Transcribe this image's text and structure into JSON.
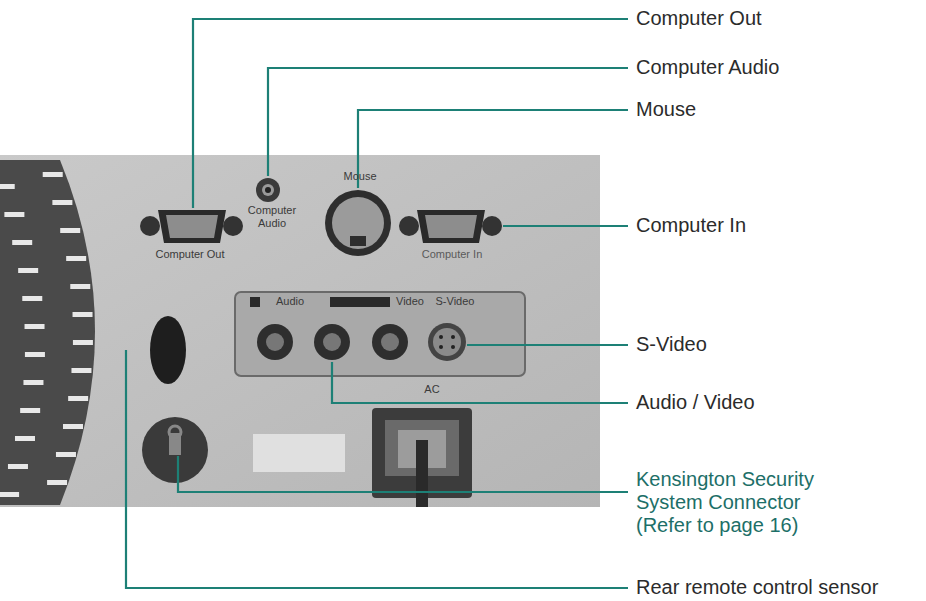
{
  "diagram": {
    "labels": [
      "Computer Out",
      "Computer Audio",
      "Mouse",
      "Computer In",
      "Audio",
      "Video",
      "S-Video",
      "AC",
      "Computer Out",
      "Computer Audio",
      "Mouse",
      "Computer In",
      "S-Video",
      "Audio / Video",
      "Kensington Security System Connector (Refer to page 16)",
      "Rear remote control sensor"
    ]
  }
}
